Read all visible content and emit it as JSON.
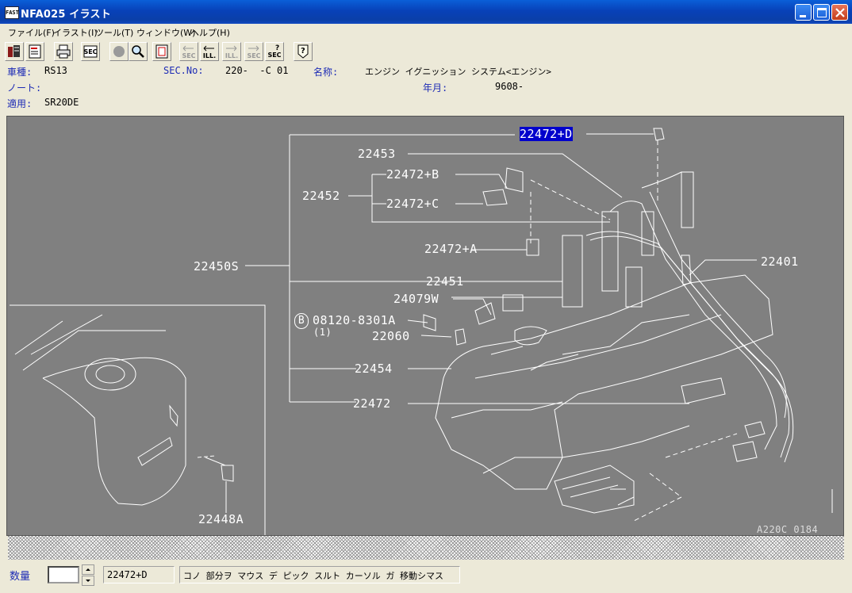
{
  "window": {
    "title": "NFA025 イラスト",
    "app_icon_text": "FAST"
  },
  "menu": [
    "ファイル(F)",
    "イラスト(I)",
    "ツール(T)",
    "ウィンドウ(W)",
    "ヘルプ(H)"
  ],
  "toolbar": {
    "sec_label": "SEC",
    "ill_label": "ILL.",
    "sec_q_label": "SEC"
  },
  "info": {
    "vehicle_label": "車種:",
    "vehicle_value": "RS13",
    "sec_label": "SEC.No:",
    "sec_value": "220-  -C 01",
    "name_label": "名称:",
    "name_value": "エンジン イグニッション システム<エンジン>",
    "note_label": "ノート:",
    "date_label": "年月:",
    "date_value": "9608-",
    "apply_label": "適用:",
    "apply_value": "SR20DE"
  },
  "illustration": {
    "labels": {
      "p22472D": "22472+D",
      "p22453": "22453",
      "p22472B": "22472+B",
      "p22452": "22452",
      "p22472C": "22472+C",
      "p22472A": "22472+A",
      "p22450S": "22450S",
      "p22401": "22401",
      "p22451": "22451",
      "p24079W": "24079W",
      "bolt_circle": "B",
      "p08120": "08120-8301A",
      "qty_note": "(1)",
      "p22060": "22060",
      "p22454": "22454",
      "p22472": "22472",
      "p22448A": "22448A",
      "figure_id": "A220C 0184"
    },
    "selected": "22472+D"
  },
  "status": {
    "qty_label": "数量",
    "qty_value": "",
    "part_number": "22472+D",
    "message": "コノ 部分ヲ マウス デ ピック スルト カーソル ガ 移動シマス"
  }
}
